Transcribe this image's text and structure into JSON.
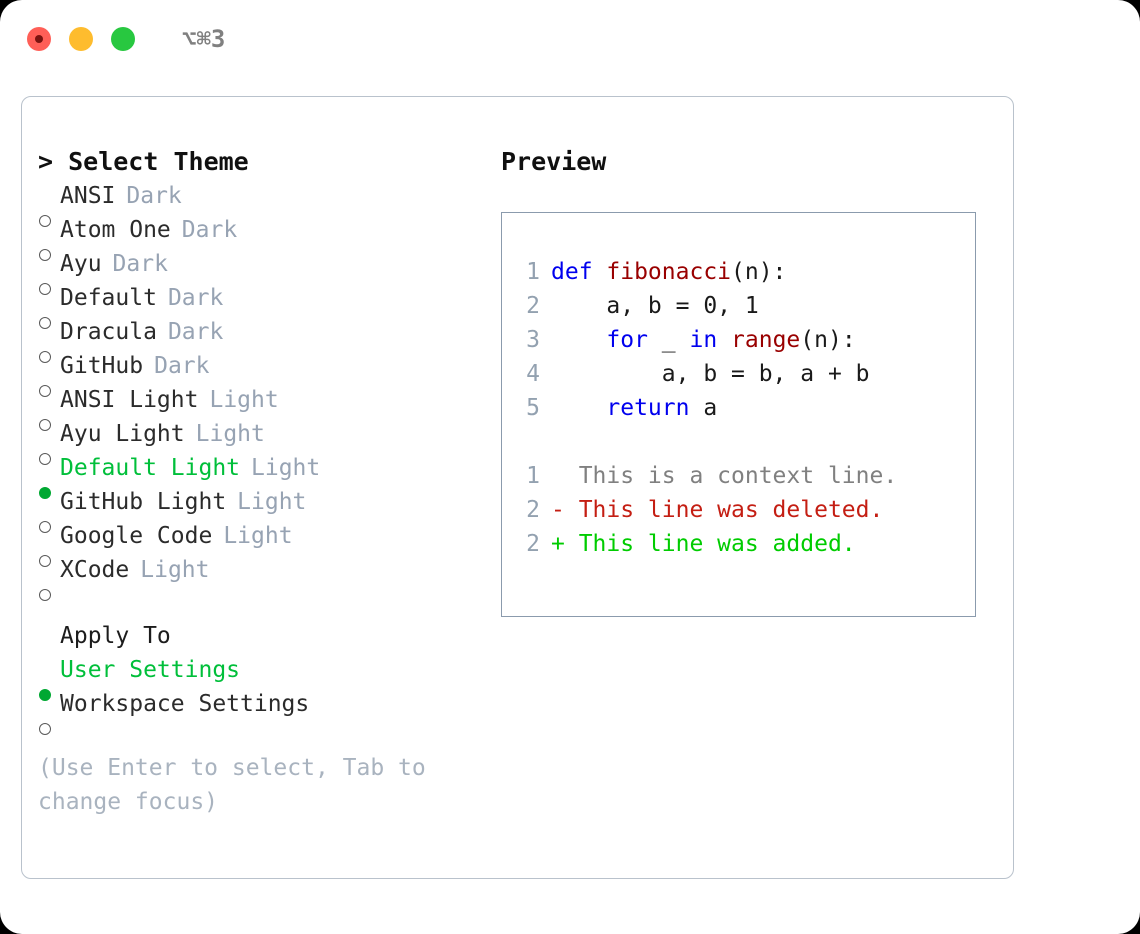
{
  "window": {
    "shortcut": "⌥⌘3",
    "traffic_lights": [
      {
        "name": "close",
        "color": "#ff5f57"
      },
      {
        "name": "minimize",
        "color": "#febc2e"
      },
      {
        "name": "maximize",
        "color": "#28c840"
      }
    ]
  },
  "theme_picker": {
    "title": "> Select Theme",
    "caret": ">",
    "options": [
      {
        "bullet": "○",
        "name": "ANSI",
        "category": "Dark",
        "selected": false
      },
      {
        "bullet": "○",
        "name": "Atom One",
        "category": "Dark",
        "selected": false
      },
      {
        "bullet": "○",
        "name": "Ayu",
        "category": "Dark",
        "selected": false
      },
      {
        "bullet": "○",
        "name": "Default",
        "category": "Dark",
        "selected": false
      },
      {
        "bullet": "○",
        "name": "Dracula",
        "category": "Dark",
        "selected": false
      },
      {
        "bullet": "○",
        "name": "GitHub",
        "category": "Dark",
        "selected": false
      },
      {
        "bullet": "○",
        "name": "ANSI Light",
        "category": "Light",
        "selected": false
      },
      {
        "bullet": "○",
        "name": "Ayu Light",
        "category": "Light",
        "selected": false
      },
      {
        "bullet": "●",
        "name": "Default Light",
        "category": "Light",
        "selected": true
      },
      {
        "bullet": "○",
        "name": "GitHub Light",
        "category": "Light",
        "selected": false
      },
      {
        "bullet": "○",
        "name": "Google Code",
        "category": "Light",
        "selected": false
      },
      {
        "bullet": "○",
        "name": "XCode",
        "category": "Light",
        "selected": false
      }
    ]
  },
  "apply_to": {
    "title": "Apply To",
    "options": [
      {
        "bullet": "●",
        "label": "User Settings",
        "selected": true
      },
      {
        "bullet": "○",
        "label": "Workspace Settings",
        "selected": false
      }
    ]
  },
  "hint": "(Use Enter to select, Tab to change focus)",
  "preview": {
    "title": "Preview",
    "code_lines": [
      {
        "number": "1",
        "tokens": [
          {
            "t": "def ",
            "c": "kw"
          },
          {
            "t": "fibonacci",
            "c": "fn"
          },
          {
            "t": "(n):",
            "c": "pln"
          }
        ]
      },
      {
        "number": "2",
        "tokens": [
          {
            "t": "    a, b = 0, 1",
            "c": "pln"
          }
        ]
      },
      {
        "number": "3",
        "tokens": [
          {
            "t": "    ",
            "c": "pln"
          },
          {
            "t": "for",
            "c": "kw"
          },
          {
            "t": " _ ",
            "c": "pln"
          },
          {
            "t": "in",
            "c": "kw"
          },
          {
            "t": " ",
            "c": "pln"
          },
          {
            "t": "range",
            "c": "fn"
          },
          {
            "t": "(n):",
            "c": "pln"
          }
        ]
      },
      {
        "number": "4",
        "tokens": [
          {
            "t": "        a, b = b, a + b",
            "c": "pln"
          }
        ]
      },
      {
        "number": "5",
        "tokens": [
          {
            "t": "    ",
            "c": "pln"
          },
          {
            "t": "return",
            "c": "kw"
          },
          {
            "t": " a",
            "c": "pln"
          }
        ]
      }
    ],
    "diff_lines": [
      {
        "number": "1",
        "marker": " ",
        "text": "  This is a context line.",
        "kind": "ctx"
      },
      {
        "number": "2",
        "marker": "-",
        "text": "- This line was deleted.",
        "kind": "del"
      },
      {
        "number": "2",
        "marker": "+",
        "text": "+ This line was added.",
        "kind": "add"
      }
    ]
  },
  "colors": {
    "selected_green": "#00bf3a",
    "bullet_green": "#00a832",
    "category_gray": "#97a3b3",
    "hint_gray": "#a9b3bf",
    "keyword_blue": "#0000ee",
    "function_red": "#990000",
    "diff_del_red": "#c41e13",
    "diff_add_green": "#00cc00",
    "line_number": "#93a1b0",
    "panel_border": "#8b9bad",
    "dialog_border": "#b9c2cc"
  }
}
